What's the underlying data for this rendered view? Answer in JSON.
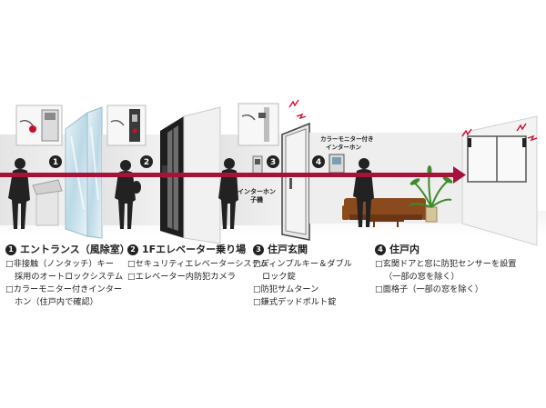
{
  "scene": {
    "stations": [
      {
        "number": "1"
      },
      {
        "number": "2"
      },
      {
        "number": "3"
      },
      {
        "number": "4"
      }
    ],
    "labels": {
      "intercom_child": [
        "インターホン",
        "子機"
      ],
      "color_monitor": [
        "カラーモニター付き",
        "インターホン"
      ]
    }
  },
  "captions": [
    {
      "number": "1",
      "title": "エントランス（風除室）",
      "lines": [
        {
          "text": "□非接触（ノンタッチ）キー",
          "cont": false
        },
        {
          "text": "採用のオートロックシステム",
          "cont": true
        },
        {
          "text": "□カラーモニター付きインター",
          "cont": false
        },
        {
          "text": "ホン（住戸内で確認）",
          "cont": true
        }
      ]
    },
    {
      "number": "2",
      "title": "1Fエレベーター乗り場",
      "lines": [
        {
          "text": "□セキュリティエレベーターシステム",
          "cont": false
        },
        {
          "text": "□エレベーター内防犯カメラ",
          "cont": false
        }
      ]
    },
    {
      "number": "3",
      "title": "住戸玄関",
      "lines": [
        {
          "text": "□ディンプルキー＆ダブル",
          "cont": false
        },
        {
          "text": "ロック錠",
          "cont": true
        },
        {
          "text": "□防犯サムターン",
          "cont": false
        },
        {
          "text": "□鎌式デッドボルト錠",
          "cont": false
        }
      ]
    },
    {
      "number": "4",
      "title": "住戸内",
      "lines": [
        {
          "text": "□玄関ドアと窓に防犯センサーを設置",
          "cont": false
        },
        {
          "text": "（一部の窓を除く）",
          "cont": true
        },
        {
          "text": "□面格子（一部の窓を除く）",
          "cont": false
        }
      ]
    }
  ],
  "colors": {
    "arrow": "#a8123a",
    "wall": "#ebebeb",
    "dark": "#222222",
    "sofa": "#8a4a1e",
    "plant": "#3f8a2a",
    "glass": "#cfe4ee",
    "sensor_spark": "#c8102e"
  }
}
